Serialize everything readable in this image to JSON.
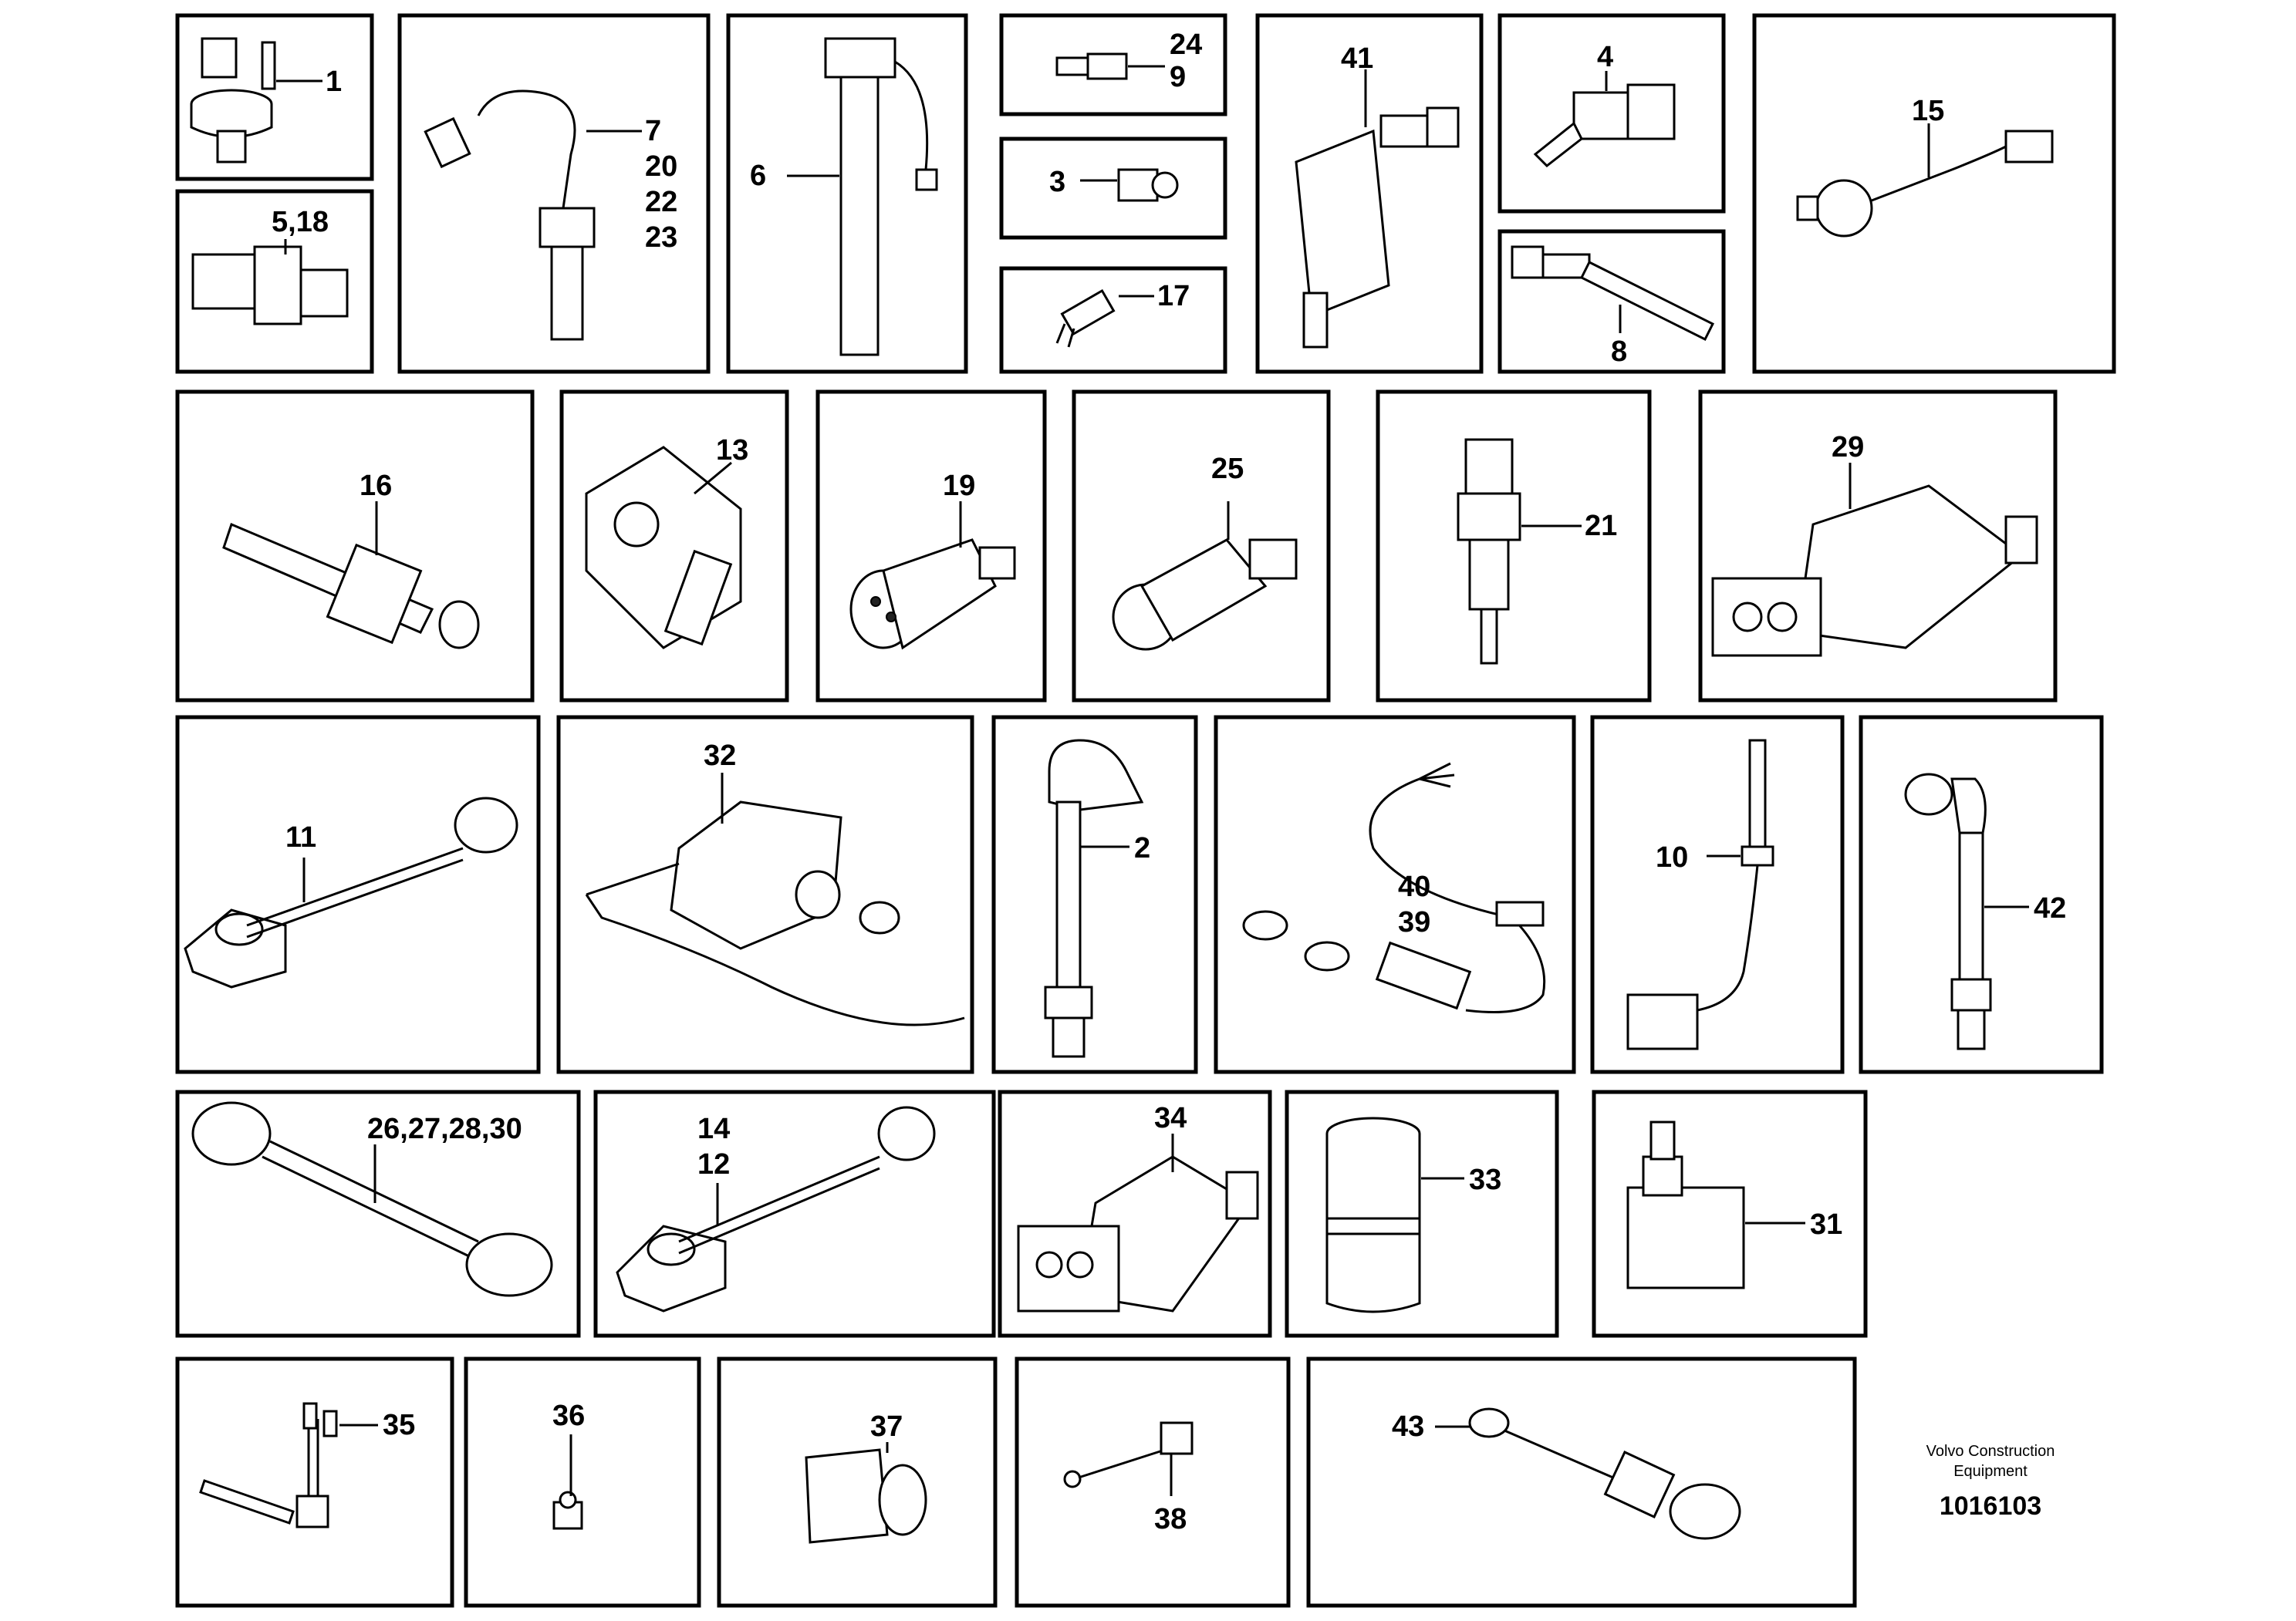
{
  "colors": {
    "line": "#000000",
    "background": "#ffffff"
  },
  "panels": [
    {
      "id": "p1",
      "labels": [
        "1"
      ]
    },
    {
      "id": "p7",
      "labels": [
        "7",
        "20",
        "22",
        "23"
      ]
    },
    {
      "id": "p6",
      "labels": [
        "6"
      ]
    },
    {
      "id": "p24",
      "labels": [
        "24",
        "9"
      ]
    },
    {
      "id": "p3",
      "labels": [
        "3"
      ]
    },
    {
      "id": "p17",
      "labels": [
        "17"
      ]
    },
    {
      "id": "p41",
      "labels": [
        "41"
      ]
    },
    {
      "id": "p4",
      "labels": [
        "4"
      ]
    },
    {
      "id": "p8",
      "labels": [
        "8"
      ]
    },
    {
      "id": "p15",
      "labels": [
        "15"
      ]
    },
    {
      "id": "p518",
      "labels": [
        "5,18"
      ]
    },
    {
      "id": "p16",
      "labels": [
        "16"
      ]
    },
    {
      "id": "p13",
      "labels": [
        "13"
      ]
    },
    {
      "id": "p19",
      "labels": [
        "19"
      ]
    },
    {
      "id": "p25",
      "labels": [
        "25"
      ]
    },
    {
      "id": "p21",
      "labels": [
        "21"
      ]
    },
    {
      "id": "p29",
      "labels": [
        "29"
      ]
    },
    {
      "id": "p11",
      "labels": [
        "11"
      ]
    },
    {
      "id": "p32",
      "labels": [
        "32"
      ]
    },
    {
      "id": "p2",
      "labels": [
        "2"
      ]
    },
    {
      "id": "p40",
      "labels": [
        "40",
        "39"
      ]
    },
    {
      "id": "p10",
      "labels": [
        "10"
      ]
    },
    {
      "id": "p42",
      "labels": [
        "42"
      ]
    },
    {
      "id": "p26",
      "labels": [
        "26,27,28,30"
      ]
    },
    {
      "id": "p14",
      "labels": [
        "14",
        "12"
      ]
    },
    {
      "id": "p34",
      "labels": [
        "34"
      ]
    },
    {
      "id": "p33",
      "labels": [
        "33"
      ]
    },
    {
      "id": "p31",
      "labels": [
        "31"
      ]
    },
    {
      "id": "p35",
      "labels": [
        "35"
      ]
    },
    {
      "id": "p36",
      "labels": [
        "36"
      ]
    },
    {
      "id": "p37",
      "labels": [
        "37"
      ]
    },
    {
      "id": "p38",
      "labels": [
        "38"
      ]
    },
    {
      "id": "p43",
      "labels": [
        "43"
      ]
    }
  ],
  "credit": {
    "line1": "Volvo Construction",
    "line2": "Equipment"
  },
  "document_number": "1016103"
}
